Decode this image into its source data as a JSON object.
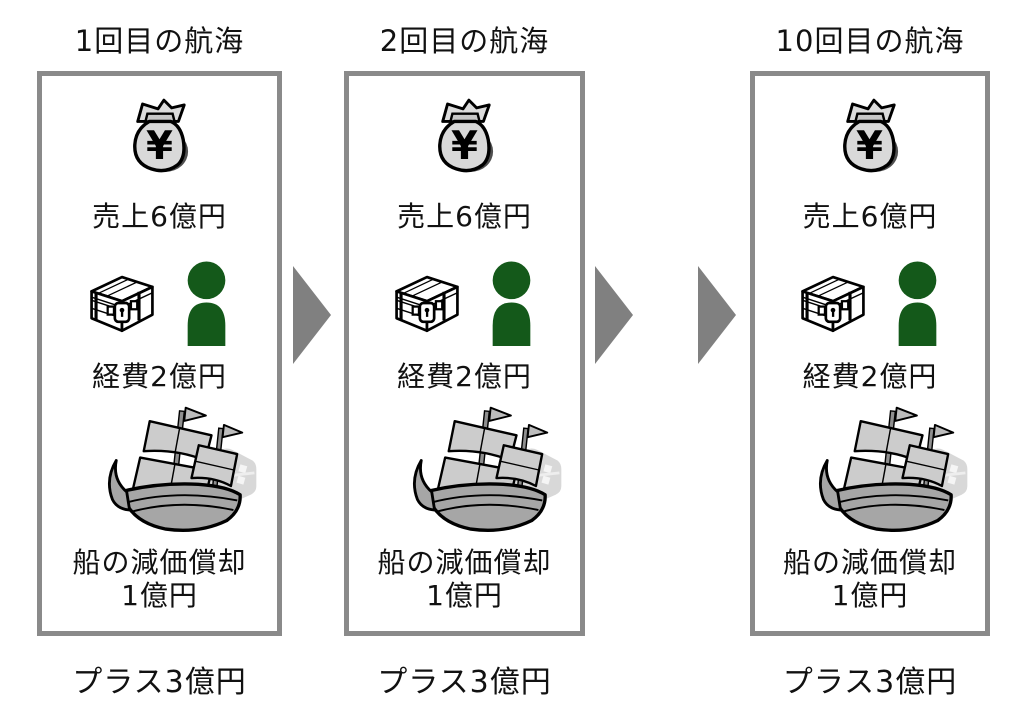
{
  "diagram": {
    "panels": [
      {
        "title": "1回目の航海",
        "sales_label": "売上6億円",
        "expense_label": "経費2億円",
        "depreciation_line1": "船の減価償却",
        "depreciation_line2": "1億円",
        "result_label": "プラス3億円"
      },
      {
        "title": "2回目の航海",
        "sales_label": "売上6億円",
        "expense_label": "経費2億円",
        "depreciation_line1": "船の減価償却",
        "depreciation_line2": "1億円",
        "result_label": "プラス3億円"
      },
      {
        "title": "10回目の航海",
        "sales_label": "売上6億円",
        "expense_label": "経費2億円",
        "depreciation_line1": "船の減価償却",
        "depreciation_line2": "1億円",
        "result_label": "プラス3億円"
      }
    ],
    "yen_symbol": "¥",
    "icons": {
      "money_bag": "money-bag-icon",
      "treasure_chest": "treasure-chest-icon",
      "person": "person-icon",
      "ship": "ship-icon",
      "arrow": "arrow-right-icon"
    },
    "colors": {
      "panel_border": "#8a8a8a",
      "arrow_gray": "#808080",
      "person_green": "#14591a",
      "text": "#111111",
      "bag_gray": "#d9d9d9",
      "sail_gray": "#cccccc",
      "hull_gray": "#a6a6a6"
    }
  }
}
